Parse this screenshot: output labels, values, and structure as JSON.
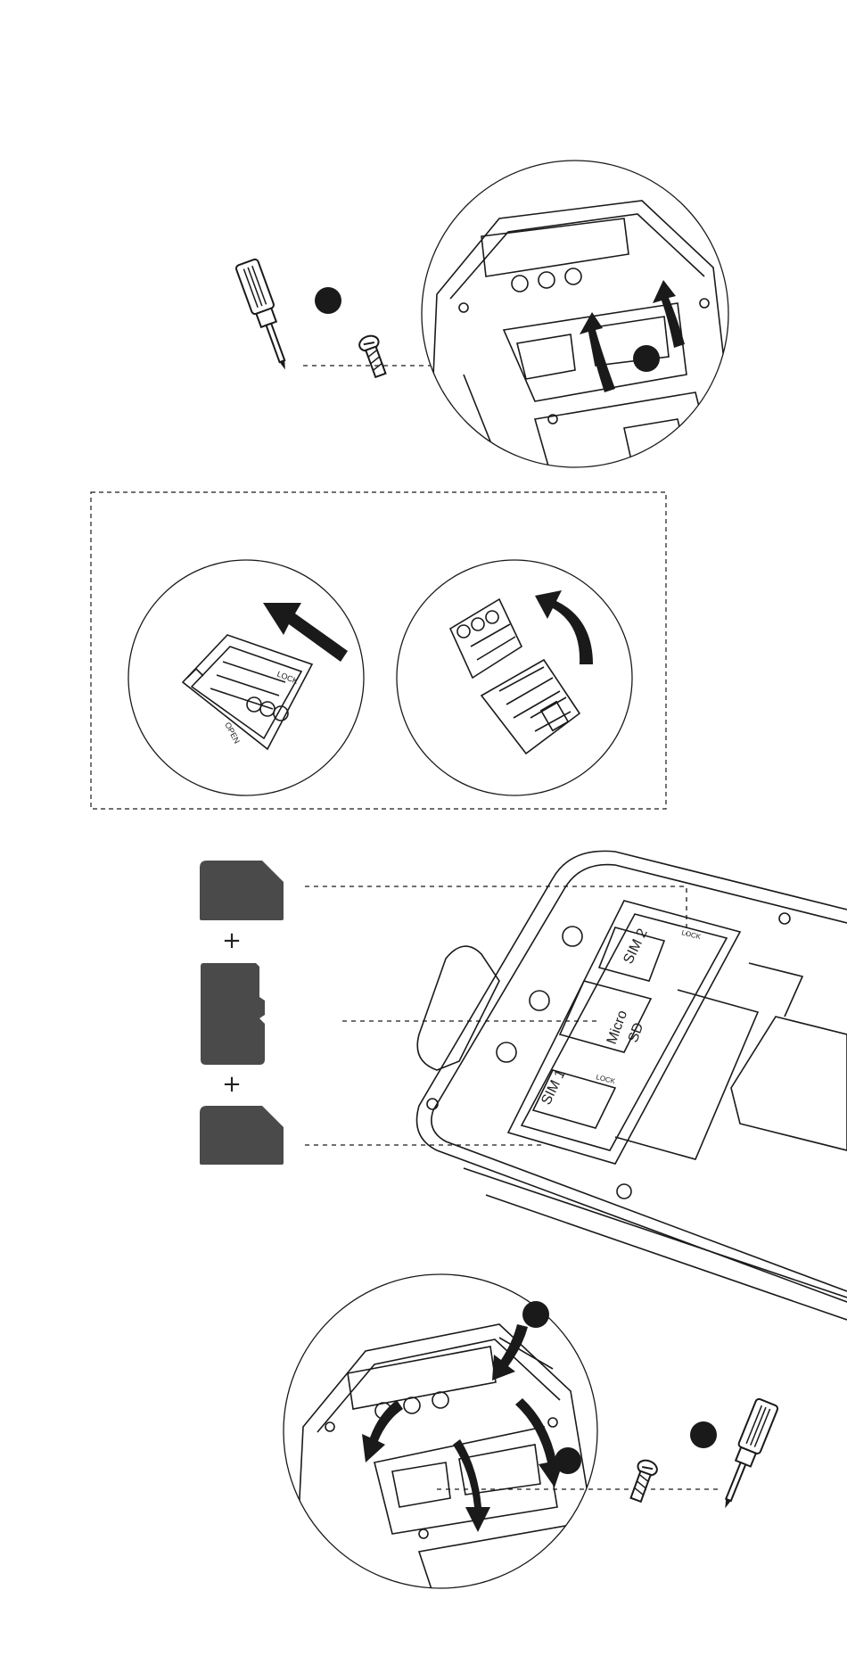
{
  "colors": {
    "ink": "#1a1a1a",
    "card_fill": "#4a4a4a",
    "dot": "#1a1a1a",
    "background": "#ffffff"
  },
  "icons": [
    "screwdriver-icon",
    "screw-icon",
    "step-dot-icon",
    "arrow-icon",
    "sim-card-icon",
    "microsd-card-icon"
  ],
  "plus_symbol": "+",
  "slot_labels": {
    "sim2": "SIM 2",
    "micro": "Micro",
    "sd": "SD",
    "sim1": "SIM 1",
    "lock": "LOCK",
    "open": "OPEN"
  }
}
